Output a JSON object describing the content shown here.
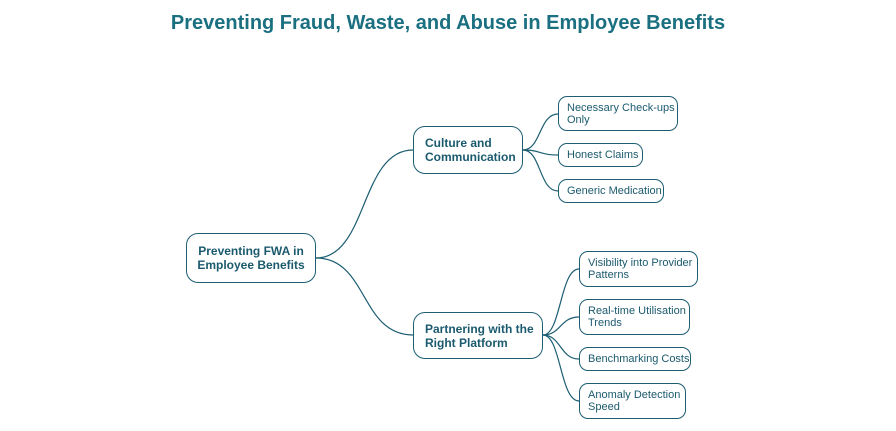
{
  "title": "Preventing Fraud, Waste, and Abuse in Employee Benefits",
  "root": "Preventing FWA in\nEmployee Benefits",
  "branches": [
    {
      "label": "Culture and\nCommunication",
      "leaves": [
        "Necessary Check-ups\nOnly",
        "Honest Claims",
        "Generic Medication"
      ]
    },
    {
      "label": "Partnering with the\nRight Platform",
      "leaves": [
        "Visibility into Provider\nPatterns",
        "Real-time Utilisation\nTrends",
        "Benchmarking Costs",
        "Anomaly Detection\nSpeed"
      ]
    }
  ]
}
